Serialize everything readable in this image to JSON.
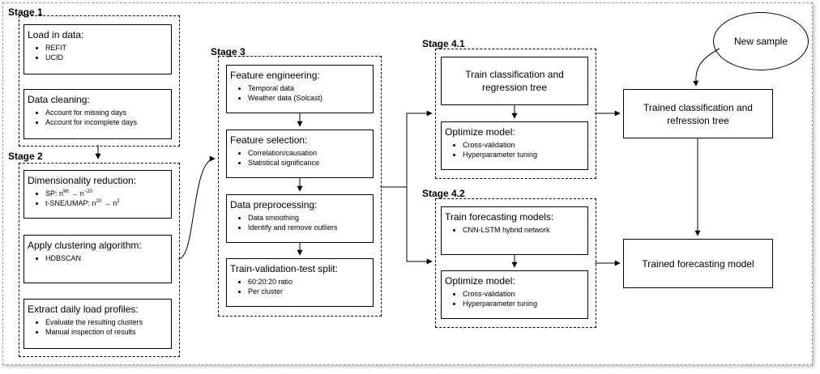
{
  "stage1": {
    "title": "Stage 1",
    "load": {
      "head": "Load in data:",
      "items": [
        "REFIT",
        "UCID"
      ]
    },
    "clean": {
      "head": "Data cleaning:",
      "items": [
        "Account for missing days",
        "Account for incomplete days"
      ]
    }
  },
  "stage2": {
    "title": "Stage 2",
    "dimred": {
      "head": "Dimensionality reduction:",
      "sp_prefix": "SP: n",
      "sp_sup1": "96",
      "sp_mid": " → n",
      "sp_sup2": "~20",
      "tsne_prefix": "t-SNE/UMAP: n",
      "tsne_sup1": "20",
      "tsne_mid": " → n",
      "tsne_sup2": "2"
    },
    "cluster": {
      "head": "Apply clustering algorithm:",
      "items": [
        "HDBSCAN"
      ]
    },
    "extract": {
      "head": "Extract daily load profiles:",
      "items": [
        "Evaluate the resulting clusters",
        "Manual inspection of results"
      ]
    }
  },
  "stage3": {
    "title": "Stage 3",
    "feat_eng": {
      "head": "Feature engineering:",
      "items": [
        "Temporal data",
        "Weather data (Solcast)"
      ]
    },
    "feat_sel": {
      "head": "Feature selection:",
      "items": [
        "Correlation/causation",
        "Statistical significance"
      ]
    },
    "preproc": {
      "head": "Data preprocessing:",
      "items": [
        "Data smoothing",
        "Identify and remove outliers"
      ]
    },
    "split": {
      "head": "Train-validation-test split:",
      "items": [
        "60:20:20 ratio",
        "Per cluster"
      ]
    }
  },
  "stage41": {
    "title": "Stage 4.1",
    "train": "Train classification and regression tree",
    "optimize": {
      "head": "Optimize model:",
      "items": [
        "Cross-validation",
        "Hyperparameter tuning"
      ]
    }
  },
  "stage42": {
    "title": "Stage 4.2",
    "train": {
      "head": "Train forecasting models:",
      "items": [
        "CNN-LSTM hybrid network"
      ]
    },
    "optimize": {
      "head": "Optimize model:",
      "items": [
        "Cross-validation",
        "Hyperparameter tuning"
      ]
    }
  },
  "outputs": {
    "new_sample": "New sample",
    "trained_tree": "Trained classification and refression tree",
    "trained_forecast": "Trained forecasting model"
  }
}
